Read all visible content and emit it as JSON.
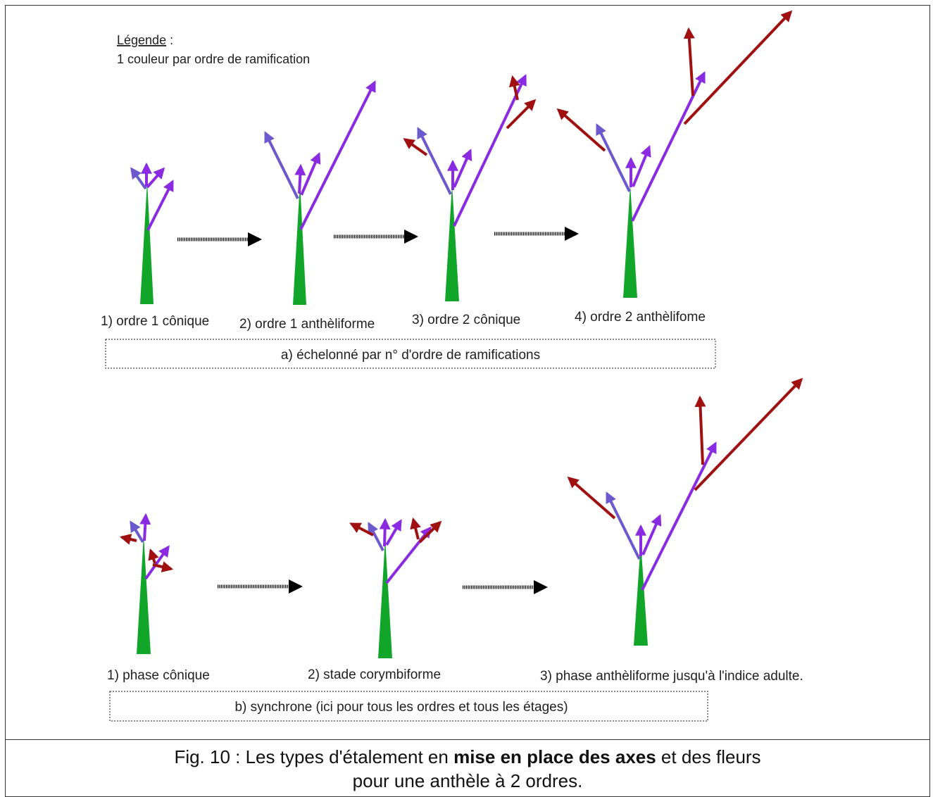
{
  "legend": {
    "title": "Légende",
    "separator": " :",
    "text": "1 couleur par ordre de ramification"
  },
  "section_a": {
    "caption": "a) échelonné par n° d'ordre de ramifications",
    "steps": [
      "1) ordre 1 cônique",
      "2) ordre 1 anthèliforme",
      "3) ordre 2 cônique",
      "4) ordre 2 anthèlifome"
    ]
  },
  "section_b": {
    "caption": "b) synchrone (ici pour tous les ordres et tous les étages)",
    "steps": [
      "1) phase cônique",
      "2) stade corymbiforme",
      "3) phase anthèliforme jusqu'à l'indice adulte."
    ]
  },
  "figure_caption": {
    "prefix": "Fig. 10 : Les types d'étalement en ",
    "bold": "mise en place des axes",
    "suffix": " et des fleurs",
    "line2": "pour une anthèle à 2 ordres."
  },
  "colors": {
    "trunk": "#11a52a",
    "order1_violet": "#8a2be2",
    "order1_blue": "#6a5acd",
    "order2_red": "#a01010",
    "transition_arrow": "#000000"
  }
}
